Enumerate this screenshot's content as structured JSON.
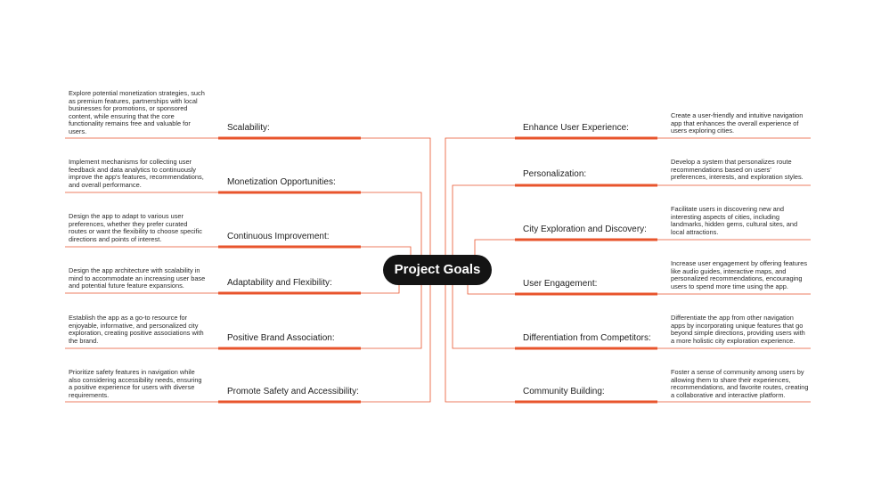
{
  "center": {
    "label": "Project Goals"
  },
  "accent": "#e8542c",
  "left": [
    {
      "title": "Scalability:",
      "desc": "Explore potential monetization strategies, such as premium features, partnerships with local businesses for promotions, or sponsored content, while ensuring that the core functionality remains free and valuable for users."
    },
    {
      "title": "Monetization Opportunities:",
      "desc": "Implement mechanisms for collecting user feedback and data analytics to continuously improve the app's features, recommendations, and overall performance."
    },
    {
      "title": "Continuous Improvement:",
      "desc": "Design the app to adapt to various user preferences, whether they prefer curated routes or want the flexibility to choose specific directions and points of interest."
    },
    {
      "title": "Adaptability and Flexibility:",
      "desc": "Design the app architecture with scalability in mind to accommodate an increasing user base and potential future feature expansions."
    },
    {
      "title": "Positive Brand Association:",
      "desc": "Establish the app as a go-to resource for enjoyable, informative, and personalized city exploration, creating positive associations with the brand."
    },
    {
      "title": "Promote Safety and Accessibility:",
      "desc": "Prioritize safety features in navigation while also considering accessibility needs, ensuring a positive experience for users with diverse requirements."
    }
  ],
  "right": [
    {
      "title": "Enhance User Experience:",
      "desc": "Create a user-friendly and intuitive navigation app that enhances the overall experience of users exploring cities."
    },
    {
      "title": "Personalization:",
      "desc": "Develop a system that personalizes route recommendations based on users' preferences, interests, and exploration styles."
    },
    {
      "title": "City Exploration and Discovery:",
      "desc": "Facilitate users in discovering new and interesting aspects of cities, including landmarks, hidden gems, cultural sites, and local attractions."
    },
    {
      "title": "User Engagement:",
      "desc": "Increase user engagement by offering features like audio guides, interactive maps, and personalized recommendations, encouraging users to spend more time using the app."
    },
    {
      "title": "Differentiation from Competitors:",
      "desc": "Differentiate the app from other navigation apps by incorporating unique features that go beyond simple directions, providing users with a more holistic city exploration experience."
    },
    {
      "title": "Community Building:",
      "desc": "Foster a sense of community among users by allowing them to share their experiences, recommendations, and favorite routes, creating a collaborative and interactive platform."
    }
  ]
}
